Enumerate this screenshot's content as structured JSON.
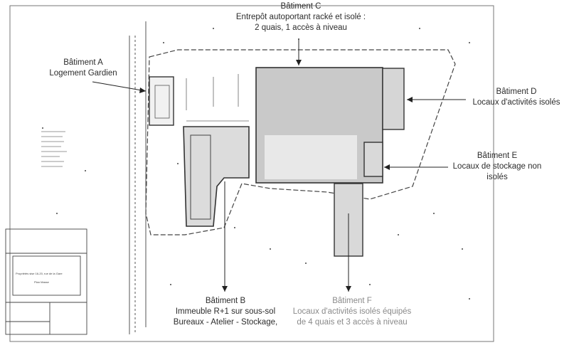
{
  "labels": {
    "batiment_a": {
      "title": "Bâtiment A",
      "line1": "Logement Gardien"
    },
    "batiment_b": {
      "title": "Bâtiment B",
      "line1": "Immeuble R+1 sur sous-sol",
      "line2": "Bureaux - Atelier - Stockage,"
    },
    "batiment_c": {
      "title": "Bâtiment C",
      "line1": "Entrepôt autoportant racké et isolé :",
      "line2": "2 quais, 1 accès à niveau"
    },
    "batiment_d": {
      "title": "Bâtiment D",
      "line1": "Locaux d'activités isolés"
    },
    "batiment_e": {
      "title": "Bâtiment E",
      "line1": "Locaux de stockage non",
      "line2": "isolés"
    },
    "batiment_f": {
      "title": "Bâtiment F",
      "line1": "Locaux d'activités isolés équipés",
      "line2": "de 4 quais et 3 accès à niveau"
    }
  },
  "title_block": {
    "project_line1": "Propriétés sise 16-20, rue de la Gare",
    "project_line2": "Plan Masse"
  },
  "colors": {
    "ink": "#2c2c2c",
    "faded_ink": "#8a8a8a",
    "building_fill": "#cfcfcf",
    "building_light": "#e9e9e9"
  }
}
